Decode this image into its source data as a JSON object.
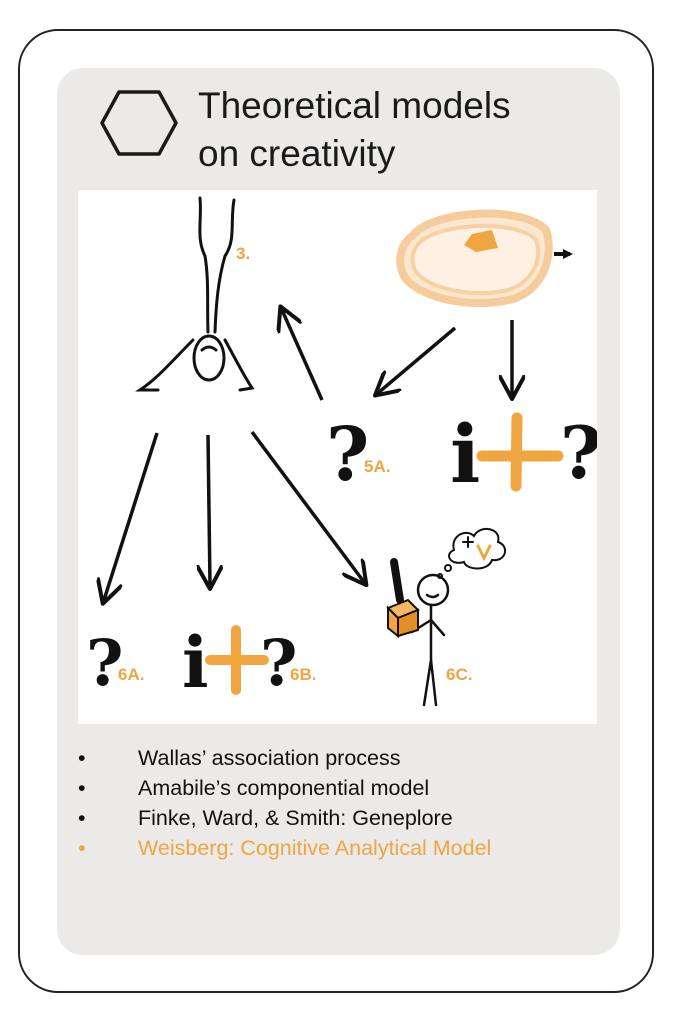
{
  "title_line1": "Theoretical models",
  "title_line2": "on creativity",
  "icon": "hexagon-icon",
  "labels": {
    "l3": "3.",
    "l5a": "5A.",
    "l6a": "6A.",
    "l6b": "6B.",
    "l6c": "6C."
  },
  "symbols": {
    "question": "?",
    "info": "i",
    "plus": "+"
  },
  "bullet_char": "•",
  "bullets": [
    "Wallas’ association process",
    "Amabile’s componential model",
    "Finke, Ward, & Smith: Geneplore",
    "Weisberg: Cognitive Analytical Model"
  ],
  "colors": {
    "accent": "#f0a540",
    "ink": "#111111",
    "panel": "#ebeae8"
  }
}
